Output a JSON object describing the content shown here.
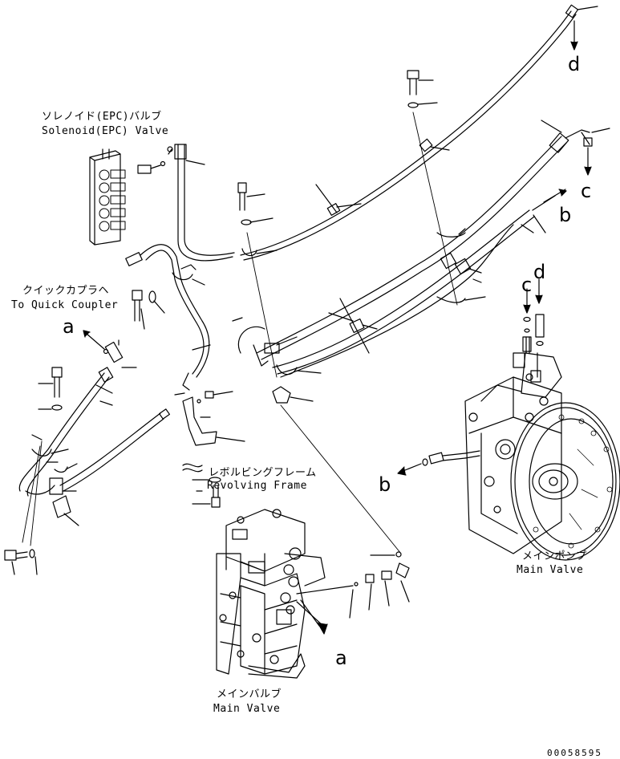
{
  "labels": {
    "solenoid_jp": "ソレノイド(EPC)バルブ",
    "solenoid_en": "Solenoid(EPC) Valve",
    "coupler_jp": "クイックカプラヘ",
    "coupler_en": "To Quick Coupler",
    "revolving_jp": "レボルビングフレーム",
    "revolving_en": "Revolving Frame",
    "main_pump_jp": "メインポンプ",
    "main_pump_en": "Main Valve",
    "main_valve_jp": "メインバルブ",
    "main_valve_en": "Main Valve"
  },
  "refs": {
    "a1": "a",
    "a2": "a",
    "b1": "b",
    "b2": "b",
    "c1": "c",
    "c2": "c",
    "d1": "d",
    "d2": "d"
  },
  "drawing_number": "00058595"
}
